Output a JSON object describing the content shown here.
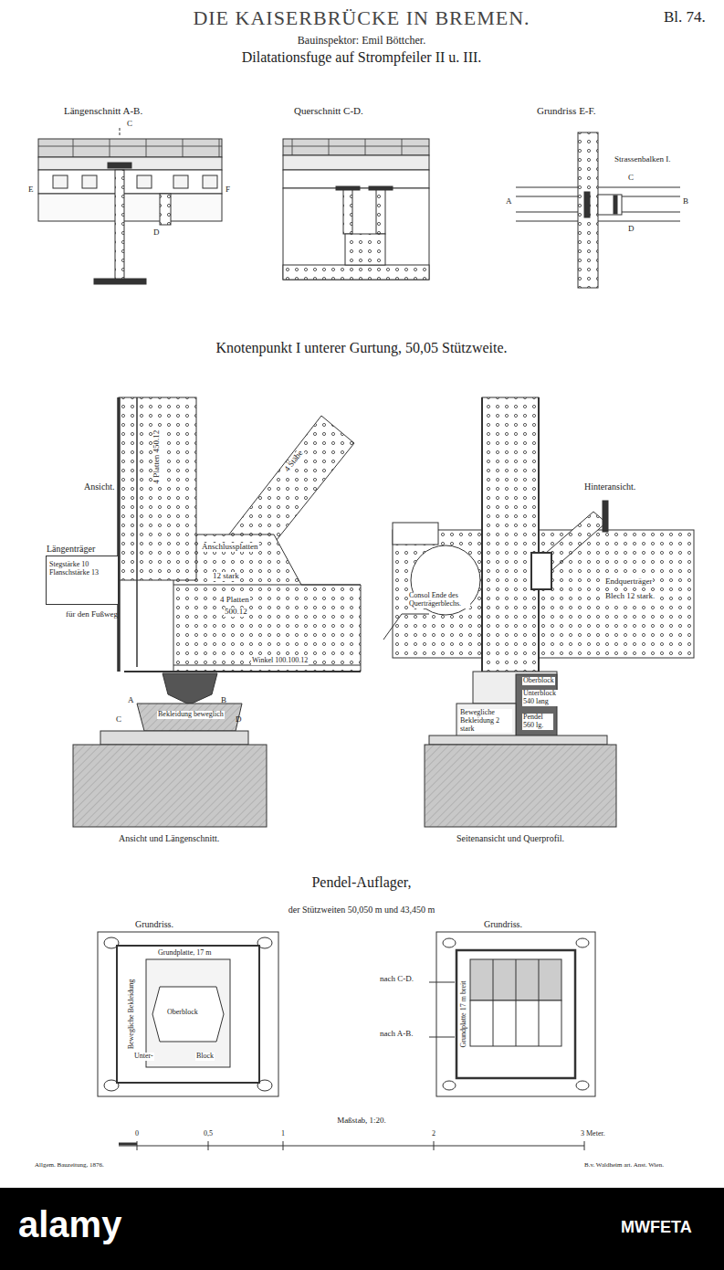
{
  "diagram": {
    "title": "DIE KAISERBRÜCKE IN BREMEN.",
    "nodes": [
      {
        "text": [
          "Längenträger",
          "Stegstärke 10 Flanschstärke 13"
        ]
      }
    ],
    "labels": [
      "Bl. 74.",
      "Bauinspektor: Emil Böttcher.",
      "Dilatationsfuge auf Strompfeiler II u. III.",
      "Längenschnitt A-B.",
      "Querschnitt C-D.",
      "Grundriss E-F.",
      "C",
      "D",
      "E",
      "F",
      "Strassenbalken I.",
      "A",
      "B",
      "C",
      "D",
      "Knotenpunkt I unterer Gurtung, 50,05 Stützweite.",
      "Ansicht.",
      "für den Fußweg",
      "Anschlussplatten",
      "12 stark",
      "4 Platten",
      "500.12",
      "4 Platten 450.12",
      "4 Stäbe",
      "Winkel 100.100.12",
      "A",
      "B",
      "C",
      "D",
      "Bekleidung beweglich",
      "Ansicht und Längenschnitt.",
      "Hinteransicht.",
      "Consol Ende des Querträgerblechs.",
      "Endquerträger",
      "Blech 12 stark.",
      "Oberblock",
      "Unterblock 540 lang",
      "Bewegliche Bekleidung 2 stark",
      "Pendel 560 lg.",
      "Seitenansicht und Querprofil.",
      "Pendel-Auflager,",
      "der Stützweiten 50,050 m und 43,450 m",
      "Grundriss.",
      "Grundriss.",
      "Grundplatte, 17 m",
      "Bewegliche Bekleidung",
      "Oberblock",
      "Unter-",
      "Block",
      "nach C-D.",
      "nach A-B.",
      "Grundplatte 17 m breit",
      "Maßstab, 1:20.",
      "0",
      "0,5",
      "1",
      "2",
      "3 Meter.",
      "Allgem. Bauzeitung, 1876.",
      "B.v. Waldheim art. Anst. Wien.",
      "alamy",
      "MWFETA"
    ]
  }
}
